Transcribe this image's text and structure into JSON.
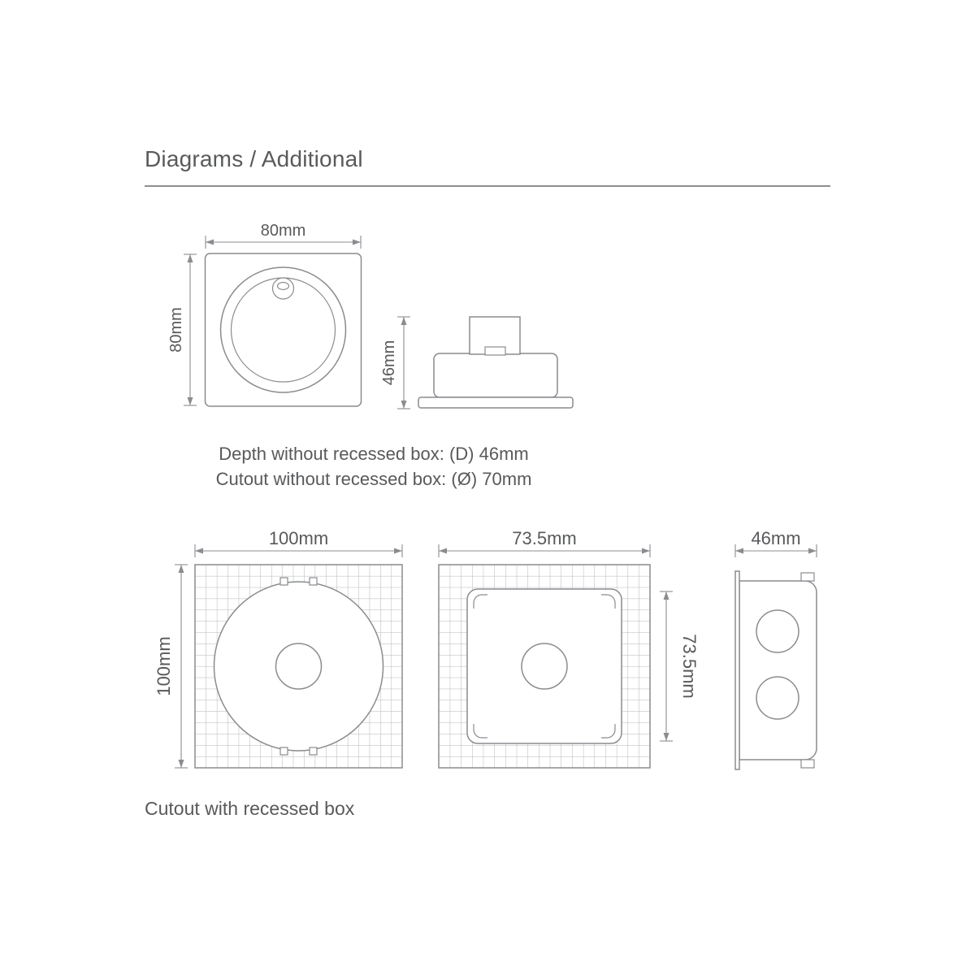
{
  "page": {
    "title": "Diagrams / Additional"
  },
  "colors": {
    "text": "#58595b",
    "line": "#8a8c8f",
    "grid": "#b4b6b9"
  },
  "top": {
    "front_view": {
      "width": "80mm",
      "height": "80mm"
    },
    "side_view": {
      "depth": "46mm"
    },
    "note_depth": "Depth without recessed box: (D) 46mm",
    "note_cutout": "Cutout without recessed box: (Ø) 70mm"
  },
  "bottom": {
    "plate_view": {
      "width": "100mm",
      "height": "100mm"
    },
    "box_front_view": {
      "width": "73.5mm",
      "height": "73.5mm"
    },
    "box_side_view": {
      "depth": "46mm"
    },
    "caption": "Cutout with recessed box"
  }
}
